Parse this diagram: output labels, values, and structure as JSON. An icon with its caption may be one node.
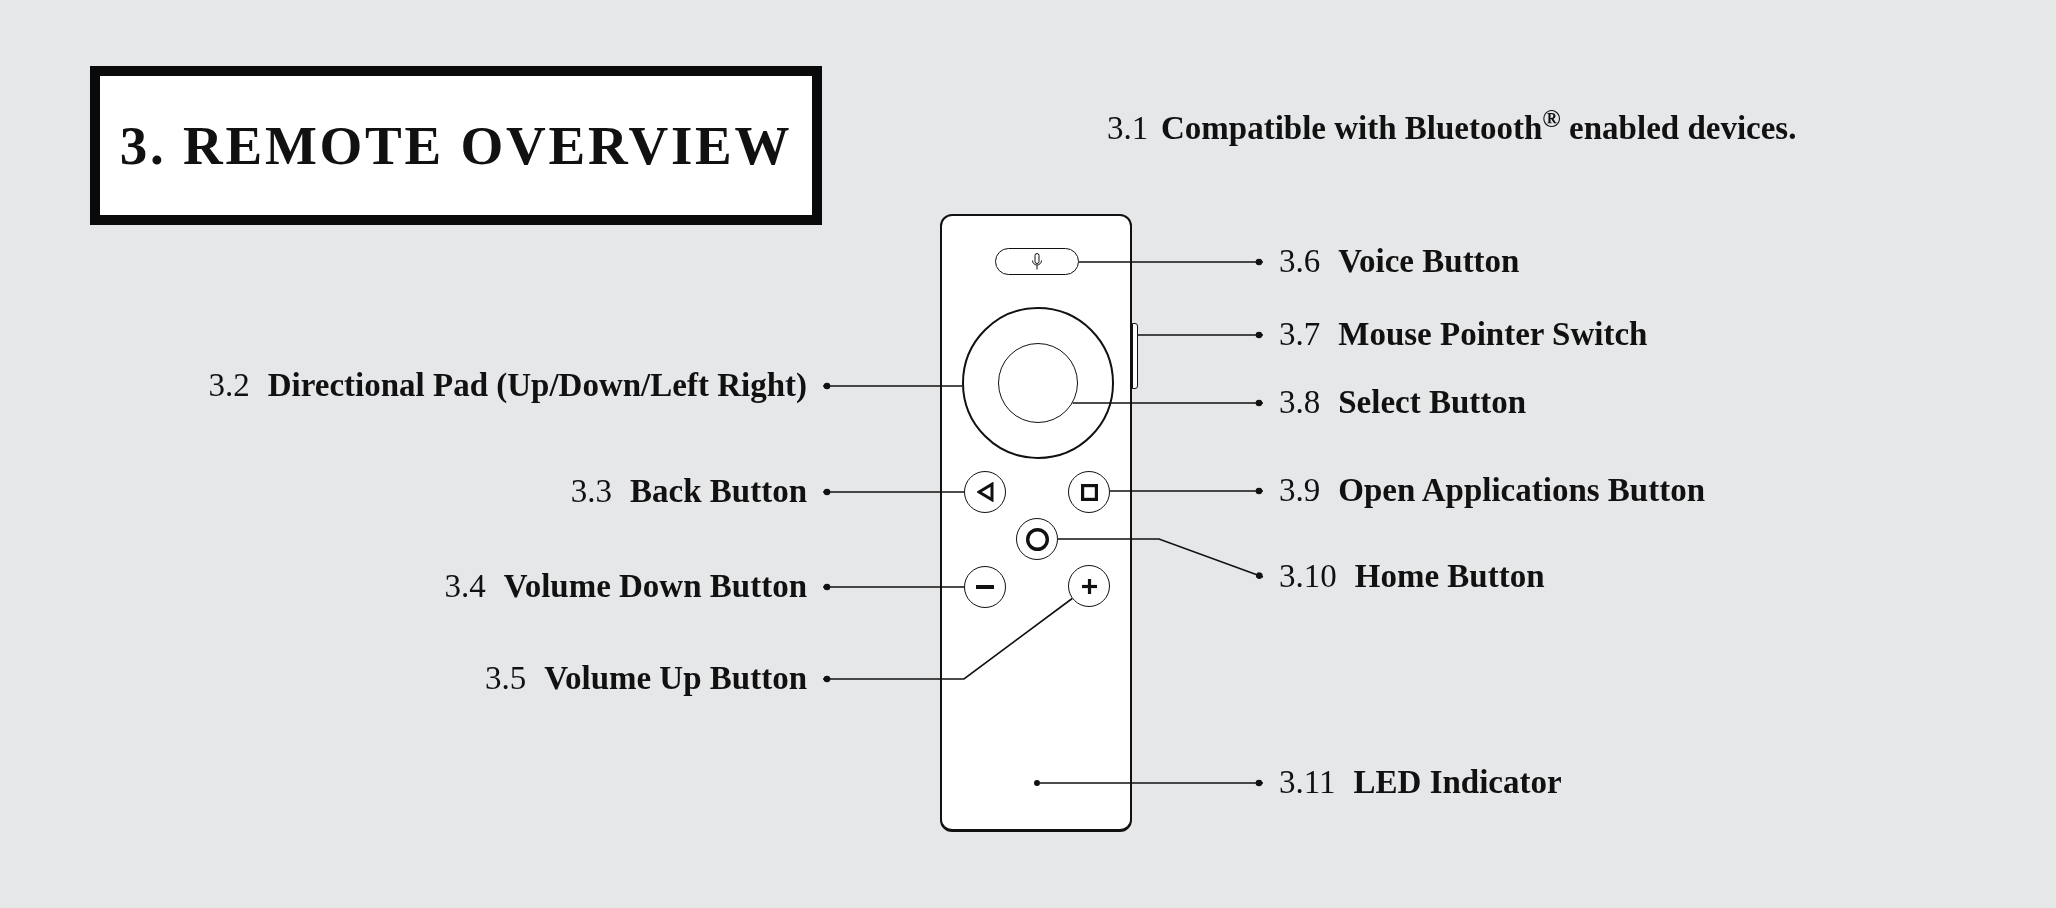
{
  "diagram": {
    "title": "3. REMOTE OVERVIEW",
    "nodes": [
      {
        "text": [],
        "shape": "box"
      },
      {
        "text": [],
        "shape": "box",
        "in": 0
      },
      {
        "text": [],
        "shape": "bar"
      },
      {
        "text": [],
        "shape": "circle",
        "in": 0
      },
      {
        "text": [],
        "shape": "circle",
        "in": 3
      },
      {
        "text": [],
        "shape": "circle",
        "in": 0
      },
      {
        "text": [],
        "shape": "circle",
        "in": 0
      },
      {
        "text": [],
        "shape": "circle",
        "in": 0
      },
      {
        "text": [],
        "shape": "circle",
        "in": 0
      },
      {
        "text": [],
        "shape": "circle",
        "in": 0
      },
      {
        "text": [],
        "shape": "circle",
        "in": 0
      },
      {
        "text": [
          "3.2",
          "Directional Pad (Up/Down/Left Right)"
        ]
      },
      {
        "text": [
          "3.3",
          "Back Button"
        ]
      },
      {
        "text": [
          "3.4",
          "Volume Down Button"
        ]
      },
      {
        "text": [
          "3.5",
          "Volume Up Button"
        ]
      },
      {
        "text": [
          "3.6",
          "Voice Button"
        ]
      },
      {
        "text": [
          "3.7",
          "Mouse Pointer Switch"
        ]
      },
      {
        "text": [
          "3.8",
          "Select Button"
        ]
      },
      {
        "text": [
          "3.9",
          "Open Applications Button"
        ]
      },
      {
        "text": [
          "3.10",
          "Home Button"
        ]
      },
      {
        "text": [
          "3.11",
          "LED Indicator"
        ]
      }
    ],
    "edges": [
      {
        "from": 11,
        "to": 3,
        "arrow": "other"
      },
      {
        "from": 12,
        "to": 5,
        "arrow": "other"
      },
      {
        "from": 13,
        "to": 8,
        "arrow": "other"
      },
      {
        "from": 14,
        "to": 9,
        "arrow": "other"
      },
      {
        "from": 15,
        "to": 1,
        "arrow": "other"
      },
      {
        "from": 16,
        "to": 2,
        "arrow": "other"
      },
      {
        "from": 17,
        "to": 4,
        "arrow": "other"
      },
      {
        "from": 18,
        "to": 6,
        "arrow": "other"
      },
      {
        "from": 19,
        "to": 7,
        "arrow": "other"
      },
      {
        "from": 20,
        "to": 10,
        "arrow": "other"
      }
    ],
    "labels": [
      "3.1",
      "Compatible with Bluetooth$^{®}$ enabled devices."
    ]
  }
}
